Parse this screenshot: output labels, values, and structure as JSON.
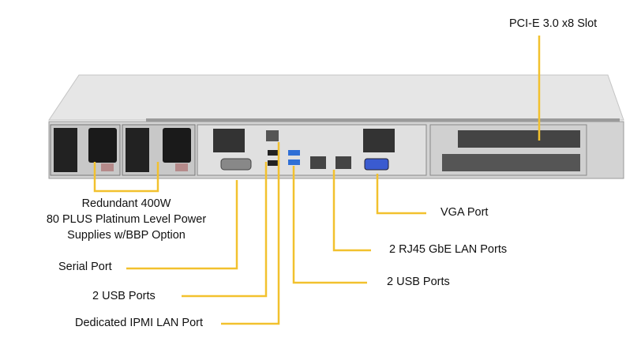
{
  "title": "Server rear panel callouts",
  "colors": {
    "callout": "#f2c12e",
    "chassis": "#d9d9d9",
    "vga": "#3a5bd0",
    "usb3": "#2f6fd6"
  },
  "labels": {
    "pcie": "PCI-E 3.0 x8 Slot",
    "psu_line1": "Redundant 400W",
    "psu_line2": "80 PLUS Platinum Level Power",
    "psu_line3": "Supplies w/BBP Option",
    "serial": "Serial Port",
    "usb_left": "2 USB Ports",
    "ipmi": "Dedicated IPMI LAN Port",
    "vga": "VGA Port",
    "lan": "2 RJ45 GbE LAN Ports",
    "usb_right": "2 USB Ports"
  }
}
